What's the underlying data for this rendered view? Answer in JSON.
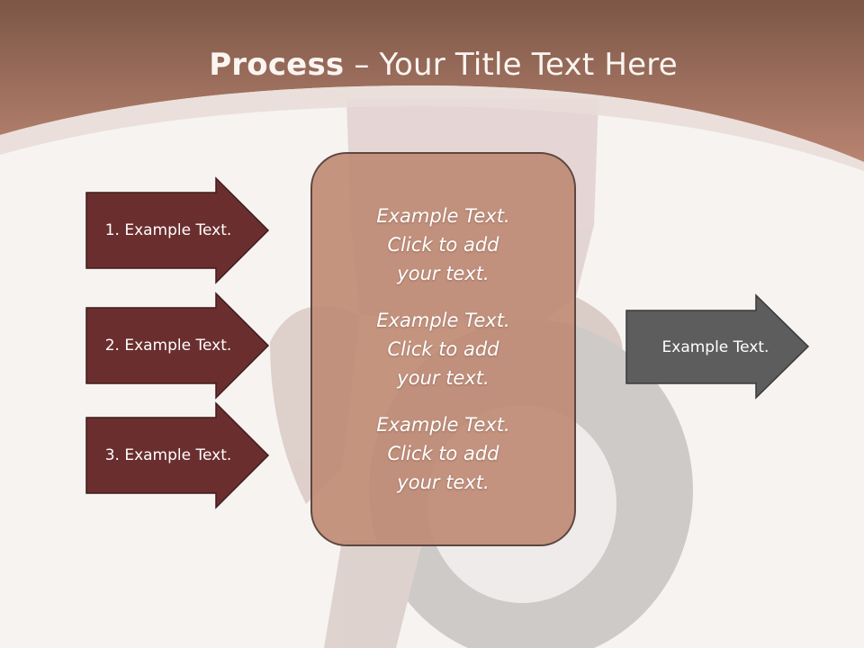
{
  "slide": {
    "title_bold": "Process",
    "title_rest": " – Your Title Text Here",
    "left_arrows": [
      {
        "label": "1. Example Text."
      },
      {
        "label": "2. Example Text."
      },
      {
        "label": "3. Example Text."
      }
    ],
    "center_blocks": [
      {
        "line1": "Example Text.",
        "line2": "Click  to add",
        "line3": "your text."
      },
      {
        "line1": "Example Text.",
        "line2": "Click  to add",
        "line3": "your text."
      },
      {
        "line1": "Example Text.",
        "line2": "Click  to add",
        "line3": "your text."
      }
    ],
    "right_arrow": {
      "label": "Example Text."
    }
  },
  "colors": {
    "header_brown": "#a9735f",
    "left_arrow_fill": "#6b2e2e",
    "center_box_fill": "#c08c76",
    "right_arrow_fill": "#5d5d5d",
    "background": "#f6f3f1"
  }
}
